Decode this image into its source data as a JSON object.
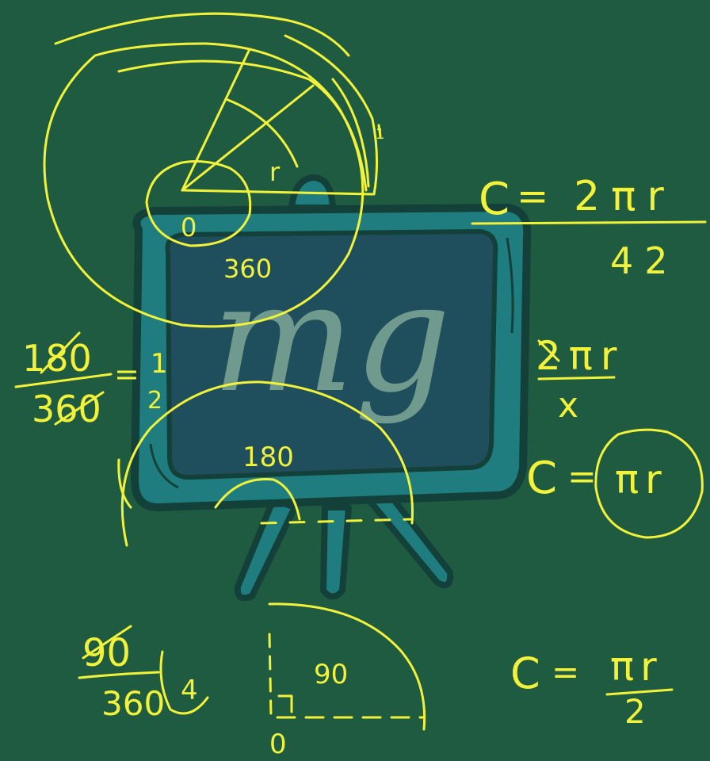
{
  "colors": {
    "board": "#1e5b40",
    "chalk": "#f2f23a",
    "easel": "#1f7d7f",
    "easel_screen": "#1f4e5c",
    "watermark": "#7fa897"
  },
  "diagram_top": {
    "radius_label": "r",
    "center_label": "0",
    "angle_label": "360",
    "tick_label": "1"
  },
  "formula_right_1": {
    "lhs": "C",
    "eq": "=",
    "numerator": "2πr",
    "denominator": "42"
  },
  "fraction_180": {
    "numerator": "180",
    "denominator": "360",
    "eq": "=",
    "result_num": "1",
    "result_den": "2"
  },
  "formula_right_2": {
    "numerator": "2πr",
    "denominator": "x"
  },
  "formula_right_3": {
    "lhs": "C",
    "eq": "=",
    "value": "πr"
  },
  "diagram_middle": {
    "angle_label": "180"
  },
  "fraction_90": {
    "numerator": "90",
    "denominator": "360",
    "result": "4"
  },
  "diagram_bottom": {
    "angle_label": "90",
    "center_label": "0"
  },
  "formula_bottom": {
    "lhs": "C",
    "eq": "=",
    "numerator": "πr",
    "denominator": "2"
  },
  "watermark": {
    "text": "mg"
  }
}
